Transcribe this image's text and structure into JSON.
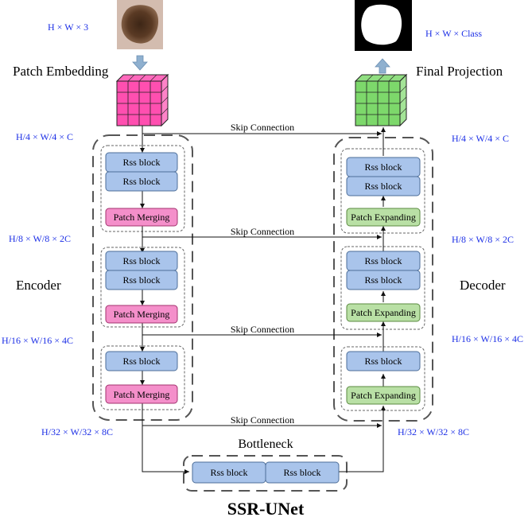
{
  "title": "SSR-UNet",
  "labels": {
    "encoder": "Encoder",
    "decoder": "Decoder",
    "bottleneck": "Bottleneck",
    "patch_embedding": "Patch Embedding",
    "final_projection": "Final Projection"
  },
  "dimensions": {
    "input": "H × W × 3",
    "output": "H × W × Class",
    "enc_1": "H/4 × W/4 × C",
    "enc_2": "H/8 × W/8 × 2C",
    "enc_3": "H/16 × W/16 × 4C",
    "enc_4": "H/32 × W/32 × 8C",
    "dec_1": "H/4 × W/4 × C",
    "dec_2": "H/8 × W/8 × 2C",
    "dec_3": "H/16 × W/16 × 4C",
    "dec_4": "H/32 × W/32 × 8C"
  },
  "skip_connection_label": "Skip Connection",
  "blocks": {
    "rss": "Rss block",
    "patch_merging": "Patch Merging",
    "patch_expanding": "Patch Expanding"
  },
  "colors": {
    "rss_block": "#a9c4eb",
    "patch_merging": "#f48fca",
    "patch_expanding": "#b9e0a5",
    "patch_cube": "#ff4fb0",
    "projection_cube": "#7dd86b",
    "dimension_text": "#1c2fe6",
    "down_arrow": "#8fb0cf"
  },
  "icons": {
    "input_image": "skin-lesion-photo",
    "output_image": "segmentation-mask"
  }
}
